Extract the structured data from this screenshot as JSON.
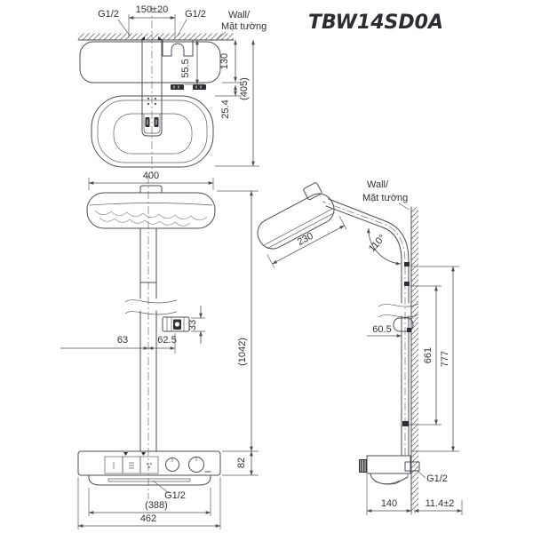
{
  "title": "TBW14SD0A",
  "colors": {
    "line": "#4b4e53",
    "text": "#2e3134",
    "title": "#2b2d33",
    "fill_dark": "#2d2f33"
  },
  "views": {
    "top": {
      "g12_left": "G1/2",
      "span": "150±20",
      "g12_right": "G1/2",
      "wall1": "Wall/",
      "wall2": "Mặt tường",
      "d130": "130",
      "d55_5": "55.5",
      "d25_4": "25.4",
      "d405": "(405)"
    },
    "front": {
      "d400": "400",
      "d33": "33",
      "d63": "63",
      "d62_5": "62.5",
      "d1042": "(1042)",
      "d82": "82",
      "g12": "G1/2",
      "d388": "(388)",
      "d462": "462"
    },
    "side": {
      "wall1": "Wall/",
      "wall2": "Mặt tường",
      "d230": "230",
      "angle": "110°",
      "d60_5": "60.5",
      "d661": "661",
      "d777": "777",
      "g12": "G1/2",
      "d140": "140",
      "d11_4": "11.4±2"
    }
  }
}
